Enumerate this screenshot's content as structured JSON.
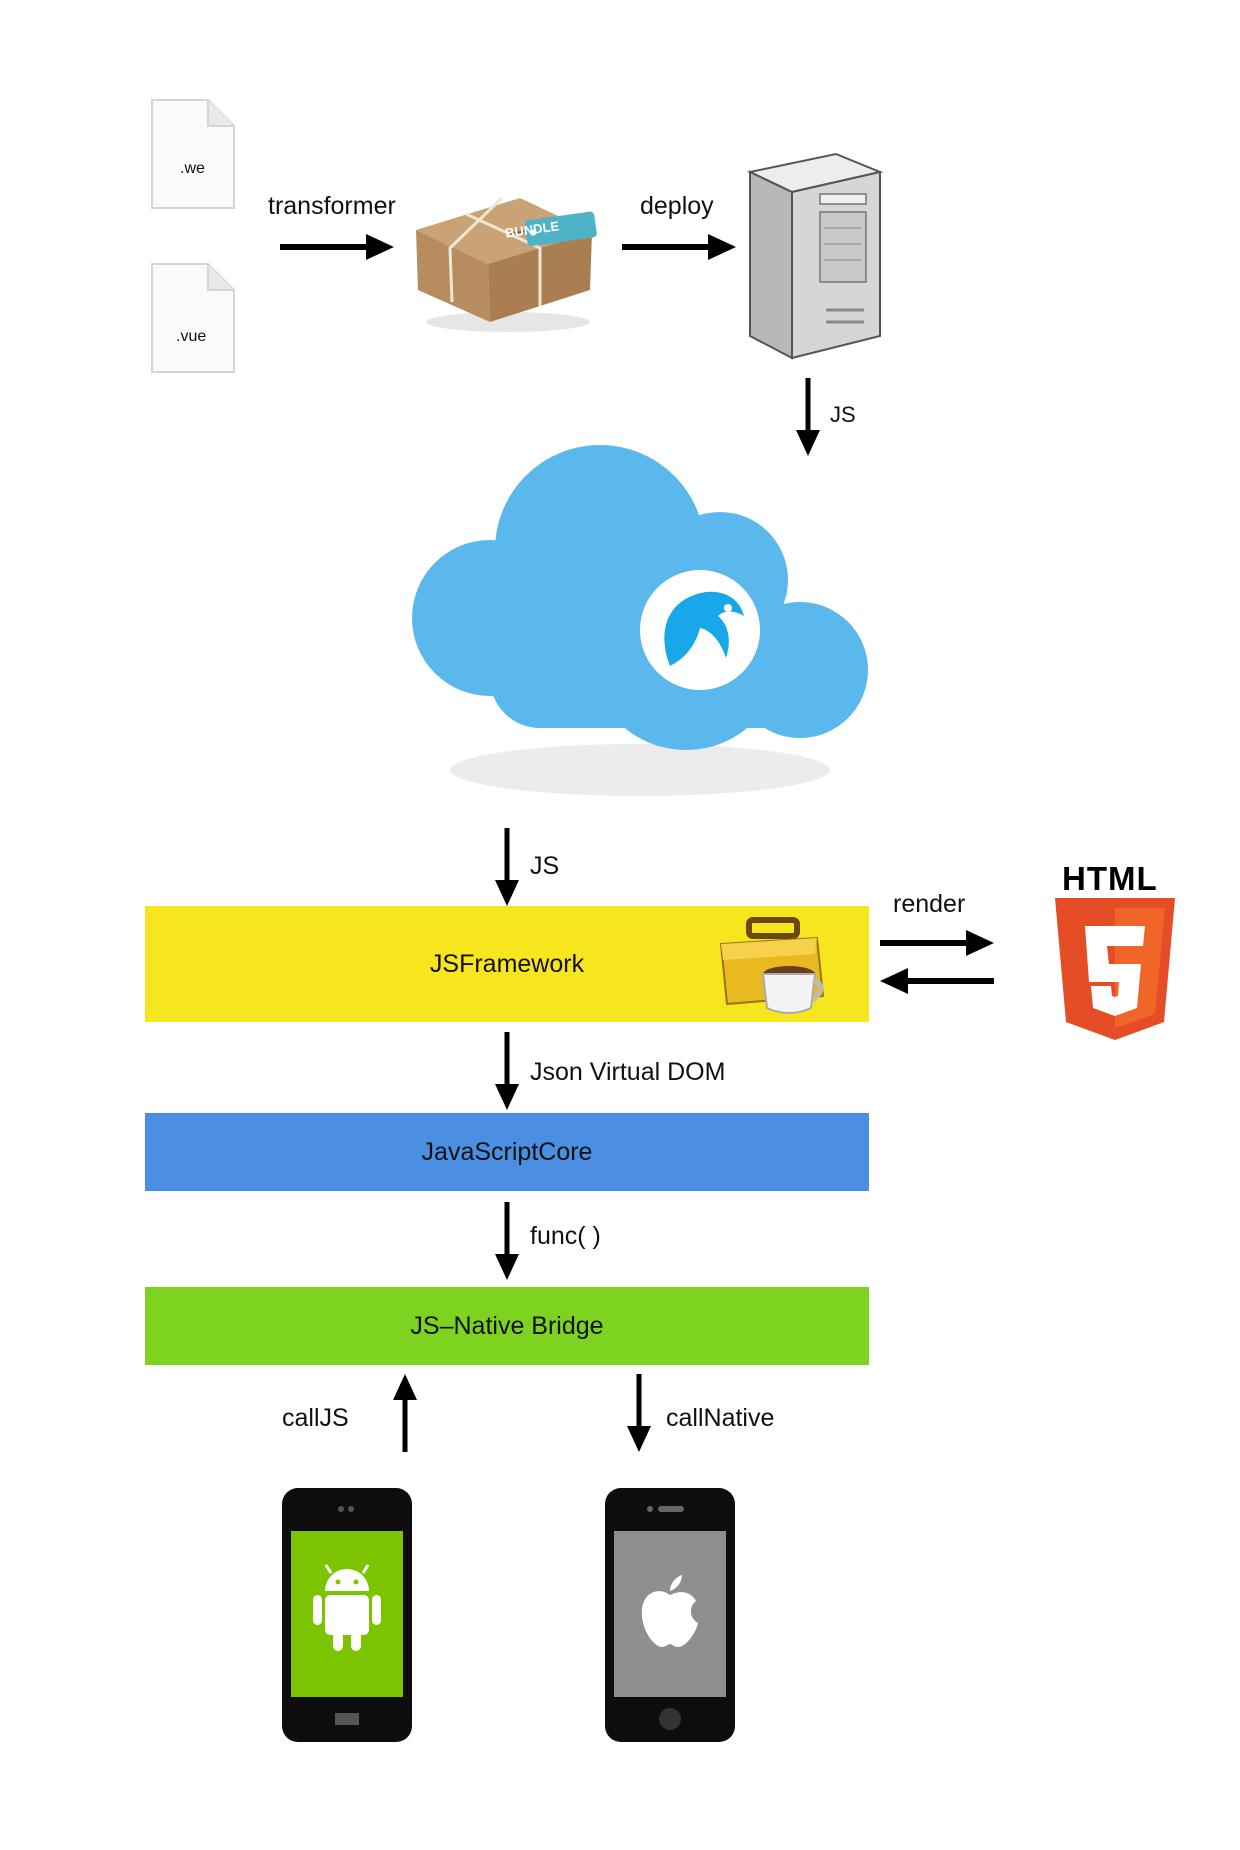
{
  "files": [
    ".we",
    ".vue"
  ],
  "edges": {
    "transformer": "transformer",
    "deploy": "deploy",
    "js_to_cloud": "JS",
    "js_to_framework": "JS",
    "render": "render",
    "json_virtual_dom": "Json Virtual DOM",
    "func": "func( )",
    "call_js": "callJS",
    "call_native": "callNative"
  },
  "bundle_tag": "BUNDLE",
  "html5_logo_text": "HTML",
  "layers": {
    "jsframework": "JSFramework",
    "javascriptcore": "JavaScriptCore",
    "bridge": "JS–Native Bridge"
  },
  "colors": {
    "jsframework": "#f7e51e",
    "javascriptcore": "#4a8fe2",
    "bridge": "#7ed321",
    "cloud": "#5ab8ec",
    "html5": "#e44d26",
    "android_screen": "#7cc400"
  }
}
